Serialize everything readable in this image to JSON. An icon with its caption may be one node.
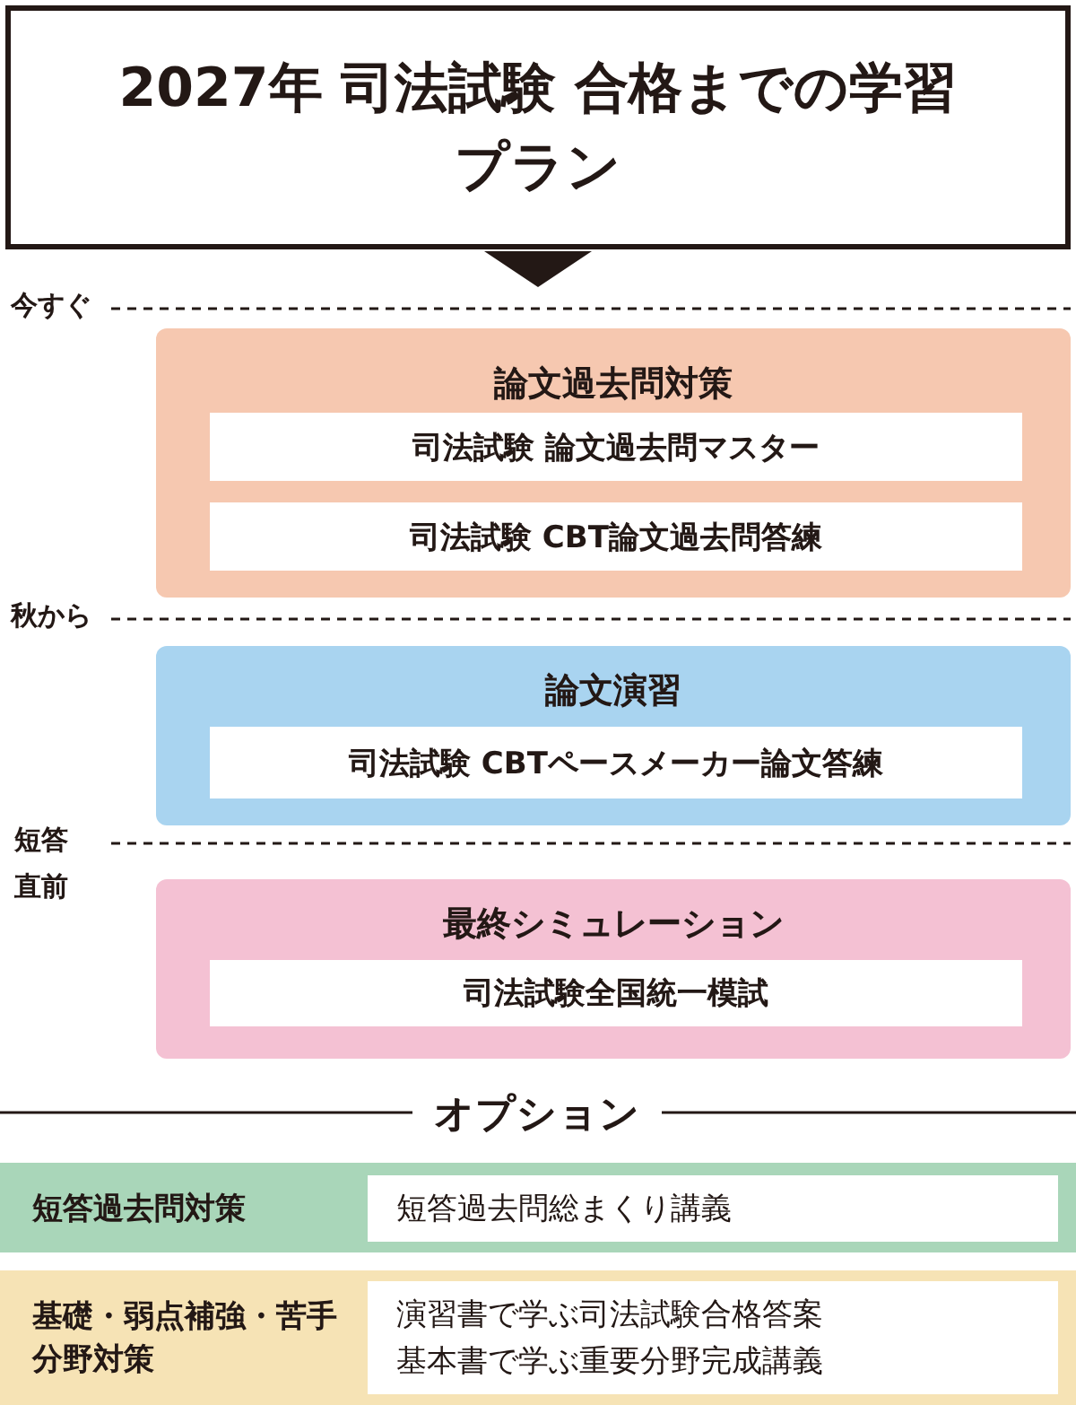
{
  "diagram": {
    "title": "2027年 司法試験 合格までの学習プラン",
    "nodes": [
      {
        "text": [
          "論文過去問対策"
        ]
      },
      {
        "text": [
          "司法試験 論文過去問マスター"
        ],
        "in": 0
      },
      {
        "text": [
          "司法試験 CBT論文過去問答練"
        ],
        "in": 0
      },
      {
        "text": [
          "論文演習"
        ]
      },
      {
        "text": [
          "司法試験 CBTペースメーカー論文答練"
        ],
        "in": 3
      },
      {
        "text": [
          "最終シミュレーション"
        ]
      },
      {
        "text": [
          "司法試験全国統一模試"
        ],
        "in": 5
      },
      {
        "text": [
          "短答過去問対策"
        ]
      },
      {
        "text": [
          "短答過去問総まくり講義"
        ],
        "in": 7
      },
      {
        "text": [
          "基礎・弱点補強・苦手分野対策"
        ]
      },
      {
        "text": [
          "演習書で学ぶ司法試験合格答案",
          "基本書で学ぶ重要分野完成講義"
        ],
        "in": 9
      }
    ],
    "labels": [
      "今すぐ",
      "秋から",
      "短答直前",
      "オプション"
    ]
  }
}
